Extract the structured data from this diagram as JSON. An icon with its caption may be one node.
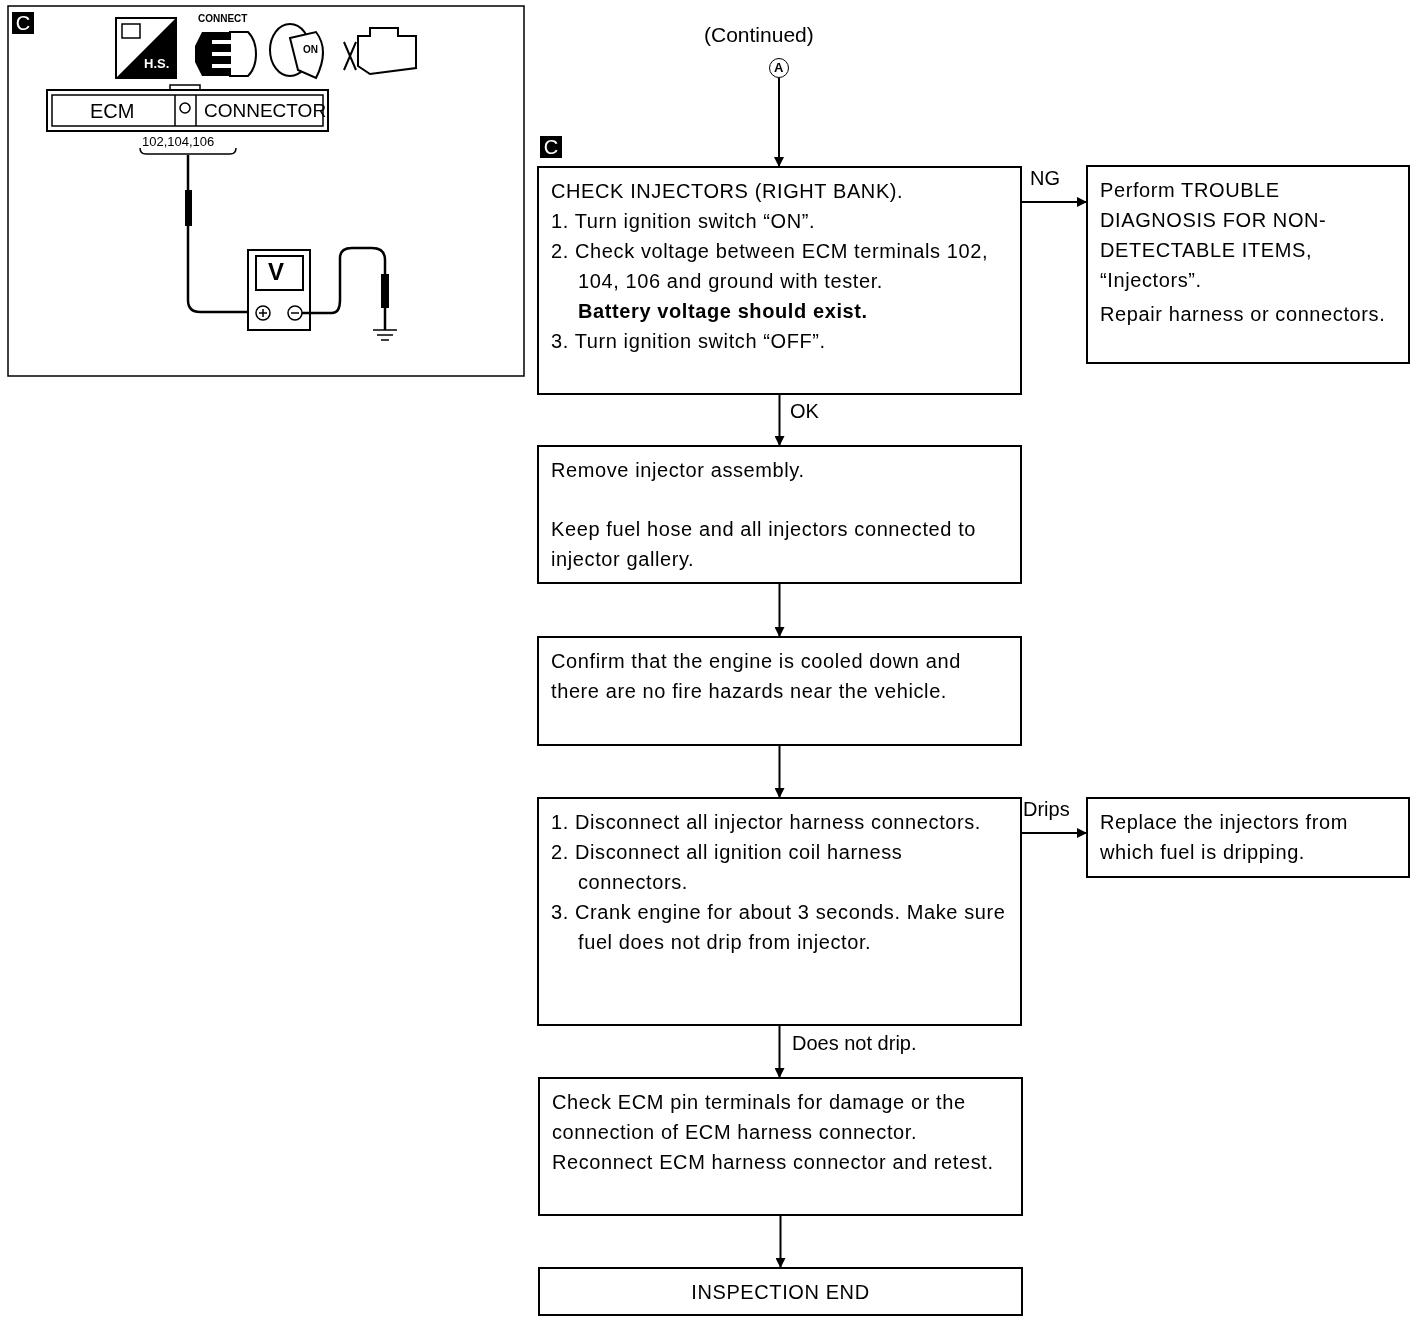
{
  "diagram": {
    "nodes": [
      {
        "text": [
          "A"
        ]
      },
      {
        "text": [
          "CHECK INJECTORS (RIGHT BANK).",
          "1. Turn ignition switch “ON”.",
          "2. Check voltage between ECM terminals 102, 104, 106 and ground with tester.",
          "Battery voltage should exist.",
          "3. Turn ignition switch “OFF”."
        ]
      },
      {
        "text": [
          "Perform TROUBLE DIAGNOSIS FOR NON-DETECTABLE ITEMS, “Injectors”.",
          "Repair harness or connectors."
        ]
      },
      {
        "text": [
          "Remove injector assembly.",
          "Keep fuel hose and all injectors connected to injector gallery."
        ]
      },
      {
        "text": [
          "Confirm that the engine is cooled down and there are no fire hazards near the vehicle."
        ]
      },
      {
        "text": [
          "1. Disconnect all injector harness connectors.",
          "2. Disconnect all ignition coil harness connectors.",
          "3. Crank engine for about 3 seconds. Make sure fuel does not drip from injector."
        ]
      },
      {
        "text": [
          "Replace the injectors from which fuel is dripping."
        ]
      },
      {
        "text": [
          "Check ECM pin terminals for damage or the connection of ECM harness connector. Reconnect ECM harness connector and retest."
        ]
      },
      {
        "text": [
          "INSPECTION END"
        ]
      }
    ],
    "edges": [
      {
        "from": 0,
        "to": 1,
        "arrow": "to"
      },
      {
        "from": 1,
        "to": 2,
        "arrow": "to",
        "label": "NG"
      },
      {
        "from": 1,
        "to": 3,
        "arrow": "to",
        "label": "OK"
      },
      {
        "from": 3,
        "to": 4,
        "arrow": "to"
      },
      {
        "from": 4,
        "to": 5,
        "arrow": "to"
      },
      {
        "from": 5,
        "to": 6,
        "arrow": "to",
        "label": "Drips"
      },
      {
        "from": 5,
        "to": 7,
        "arrow": "to",
        "label": "Does not drip."
      },
      {
        "from": 7,
        "to": 8,
        "arrow": "to"
      }
    ],
    "labels": [
      "C",
      "CONNECT",
      "H.S.",
      "ON",
      "ECM",
      "CONNECTOR",
      "102,104,106",
      "V",
      "(Continued)",
      "C"
    ]
  }
}
